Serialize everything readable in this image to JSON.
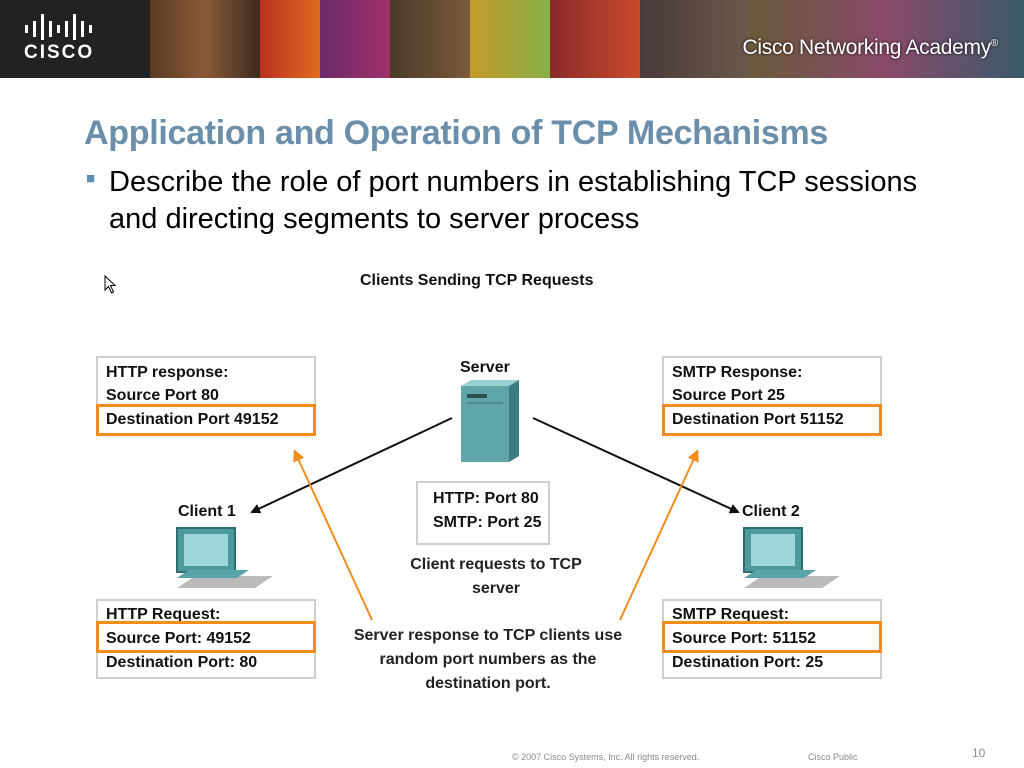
{
  "banner": {
    "logo_text": "CISCO",
    "academy_name": "Cisco Networking Academy",
    "trademark": "®"
  },
  "slide": {
    "title": "Application and Operation of TCP Mechanisms",
    "bullet": "Describe the role of port numbers in establishing TCP sessions  and directing segments to server process"
  },
  "figure": {
    "title": "Clients Sending TCP Requests",
    "server_label": "Server",
    "client1_label": "Client 1",
    "client2_label": "Client 2",
    "http_response": {
      "line1": "HTTP response:",
      "line2": "Source Port 80",
      "line3": "Destination Port 49152"
    },
    "smtp_response": {
      "line1": "SMTP Response:",
      "line2": "Source Port 25",
      "line3": "Destination Port 51152"
    },
    "http_request": {
      "line1": "HTTP Request:",
      "line2": "Source Port: 49152",
      "line3": "Destination Port: 80"
    },
    "smtp_request": {
      "line1": "SMTP Request:",
      "line2": "Source Port: 51152",
      "line3": "Destination Port: 25"
    },
    "server_ports": {
      "line1": "HTTP: Port 80",
      "line2": "SMTP: Port 25"
    },
    "caption_requests": {
      "line1": "Client requests to TCP",
      "line2": "server"
    },
    "caption_response": {
      "line1": "Server response to TCP clients use",
      "line2": "random port numbers as the",
      "line3": "destination port."
    },
    "highlight_color": "#f28c1e"
  },
  "footer": {
    "copyright": "© 2007 Cisco Systems, Inc. All rights reserved.",
    "classification": "Cisco Public",
    "page_number": "10"
  }
}
